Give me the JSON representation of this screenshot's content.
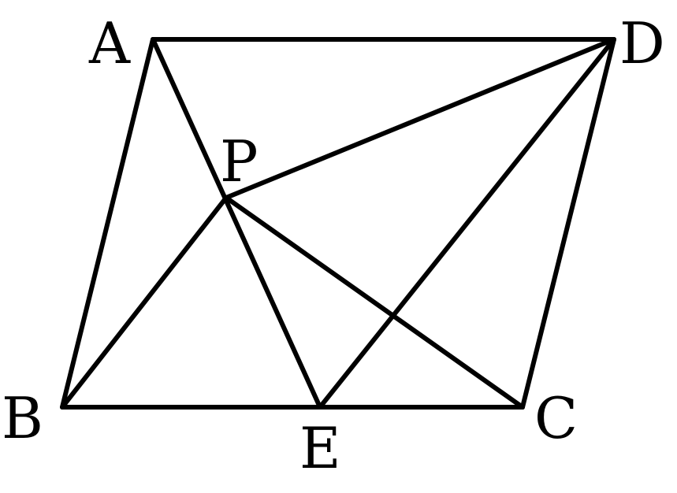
{
  "figure": {
    "points": {
      "A": {
        "label": "A"
      },
      "B": {
        "label": "B"
      },
      "C": {
        "label": "C"
      },
      "D": {
        "label": "D"
      },
      "E": {
        "label": "E"
      },
      "P": {
        "label": "P"
      }
    },
    "segments": [
      [
        "A",
        "D"
      ],
      [
        "A",
        "B"
      ],
      [
        "B",
        "C"
      ],
      [
        "C",
        "D"
      ],
      [
        "A",
        "E"
      ],
      [
        "B",
        "P"
      ],
      [
        "P",
        "D"
      ],
      [
        "P",
        "C"
      ],
      [
        "E",
        "D"
      ]
    ],
    "stroke_color": "#000000",
    "background_color": "#ffffff"
  }
}
